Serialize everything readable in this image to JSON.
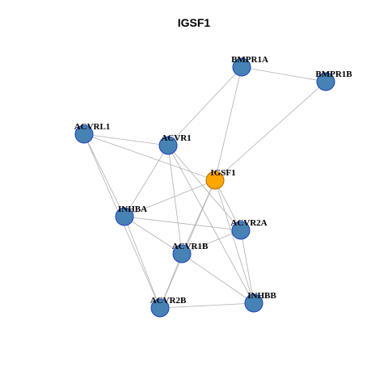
{
  "title": "IGSF1",
  "colors": {
    "node_fill": "#4682b4",
    "node_stroke": "#1f3fbf",
    "focus_fill": "#ffa500",
    "focus_stroke": "#a86d00",
    "edge": "#b0b0b0"
  },
  "focus": "IGSF1",
  "nodes": [
    {
      "id": "BMPR1A",
      "label": "BMPR1A"
    },
    {
      "id": "BMPR1B",
      "label": "BMPR1B"
    },
    {
      "id": "ACVRL1",
      "label": "ACVRL1"
    },
    {
      "id": "ACVR1",
      "label": "ACVR1"
    },
    {
      "id": "IGSF1",
      "label": "IGSF1"
    },
    {
      "id": "INHBA",
      "label": "INHBA"
    },
    {
      "id": "ACVR2A",
      "label": "ACVR2A"
    },
    {
      "id": "ACVR1B",
      "label": "ACVR1B"
    },
    {
      "id": "INHBB",
      "label": "INHBB"
    },
    {
      "id": "ACVR2B",
      "label": "ACVR2B"
    }
  ],
  "edges": [
    [
      "BMPR1A",
      "BMPR1B"
    ],
    [
      "BMPR1A",
      "ACVR1"
    ],
    [
      "BMPR1A",
      "IGSF1"
    ],
    [
      "BMPR1B",
      "IGSF1"
    ],
    [
      "ACVRL1",
      "ACVR1"
    ],
    [
      "ACVRL1",
      "IGSF1"
    ],
    [
      "ACVRL1",
      "INHBA"
    ],
    [
      "ACVRL1",
      "ACVR2B"
    ],
    [
      "ACVR1",
      "INHBA"
    ],
    [
      "ACVR1",
      "ACVR2A"
    ],
    [
      "ACVR1",
      "ACVR1B"
    ],
    [
      "ACVR1",
      "INHBB"
    ],
    [
      "IGSF1",
      "INHBA"
    ],
    [
      "IGSF1",
      "ACVR2A"
    ],
    [
      "IGSF1",
      "ACVR1B"
    ],
    [
      "IGSF1",
      "ACVR2B"
    ],
    [
      "IGSF1",
      "INHBB"
    ],
    [
      "INHBA",
      "ACVR2A"
    ],
    [
      "INHBA",
      "ACVR1B"
    ],
    [
      "INHBA",
      "ACVR2B"
    ],
    [
      "ACVR2A",
      "ACVR1B"
    ],
    [
      "ACVR2A",
      "INHBB"
    ],
    [
      "ACVR1B",
      "INHBB"
    ],
    [
      "ACVR1B",
      "ACVR2B"
    ],
    [
      "ACVR2B",
      "INHBB"
    ]
  ]
}
